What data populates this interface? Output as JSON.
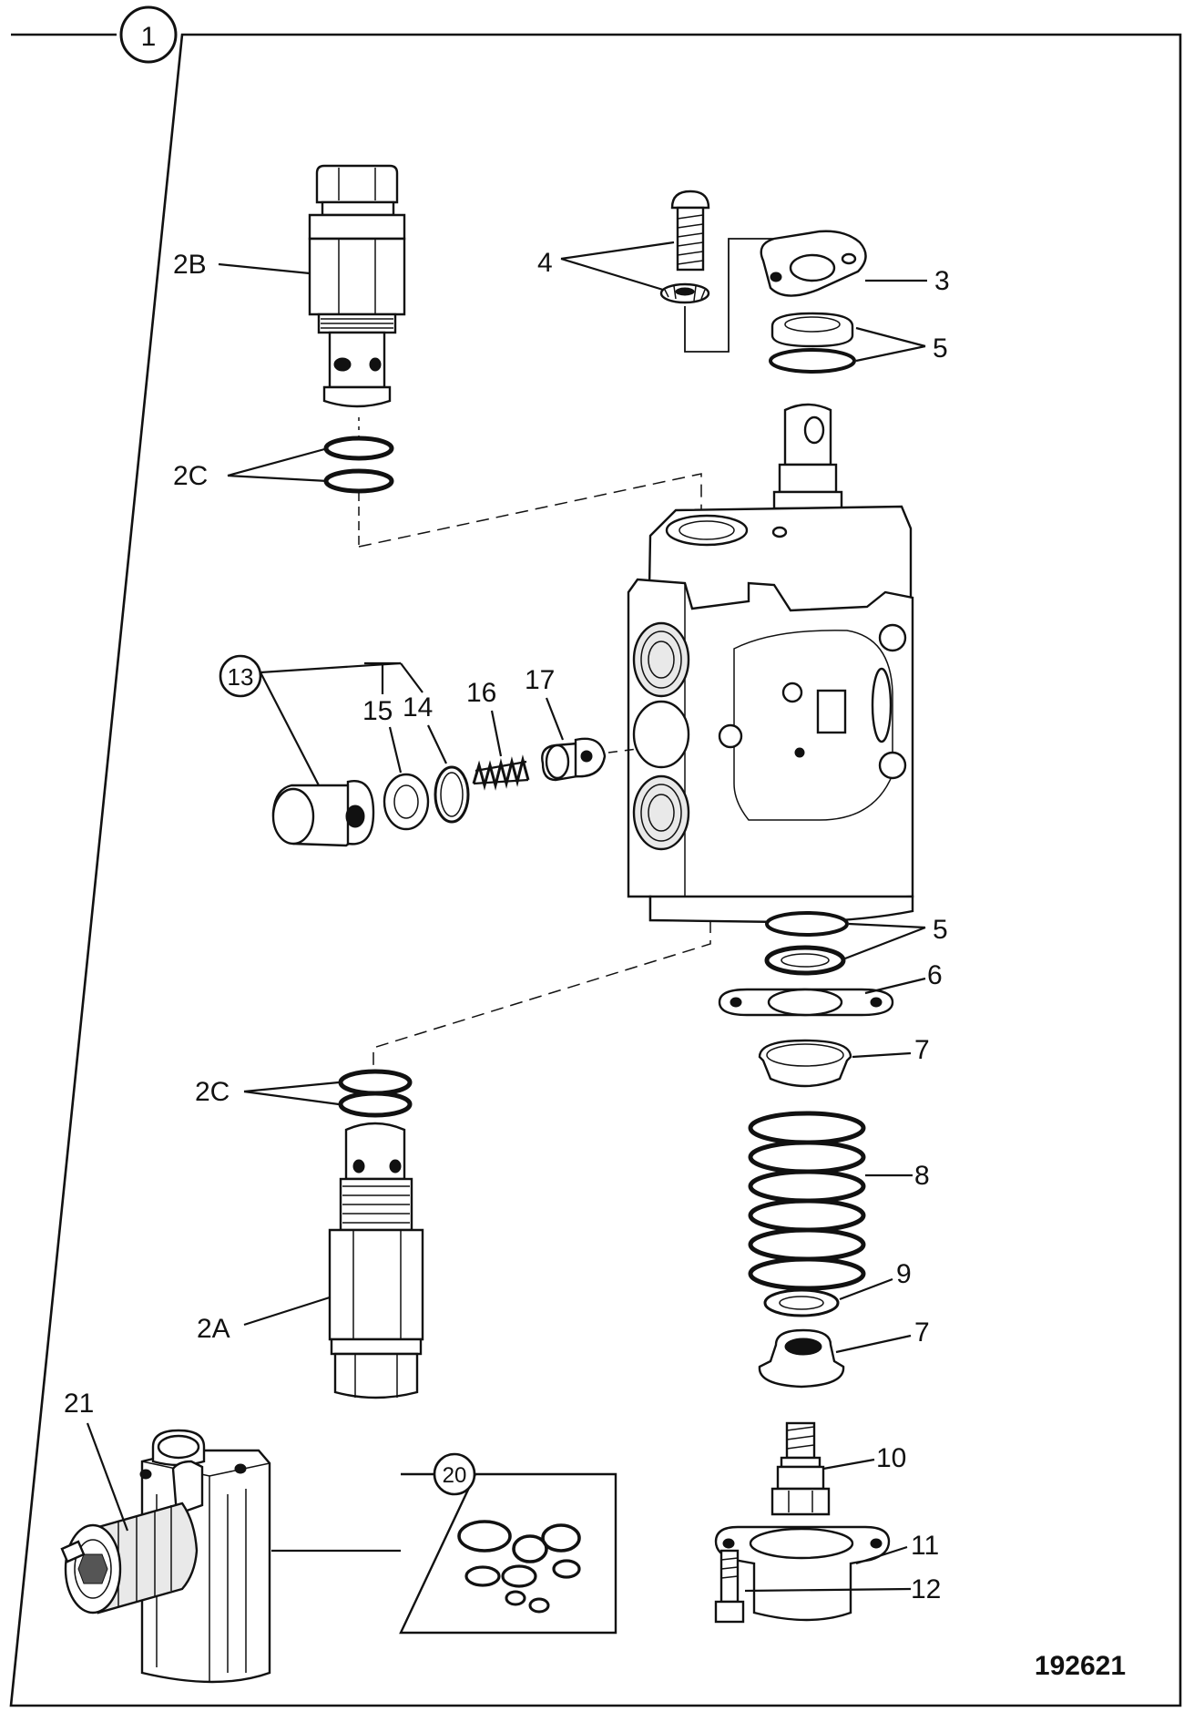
{
  "diagram": {
    "figure_number": "192621",
    "frame_callout": "1",
    "callouts": [
      {
        "id": "1",
        "text": "1",
        "circled": true
      },
      {
        "id": "2B",
        "text": "2B"
      },
      {
        "id": "2C-top",
        "text": "2C"
      },
      {
        "id": "3",
        "text": "3"
      },
      {
        "id": "4",
        "text": "4"
      },
      {
        "id": "5-top",
        "text": "5"
      },
      {
        "id": "13",
        "text": "13",
        "circled": true
      },
      {
        "id": "14",
        "text": "14"
      },
      {
        "id": "15",
        "text": "15"
      },
      {
        "id": "16",
        "text": "16"
      },
      {
        "id": "17",
        "text": "17"
      },
      {
        "id": "5-mid",
        "text": "5"
      },
      {
        "id": "6",
        "text": "6"
      },
      {
        "id": "7-top",
        "text": "7"
      },
      {
        "id": "8",
        "text": "8"
      },
      {
        "id": "9",
        "text": "9"
      },
      {
        "id": "7-bot",
        "text": "7"
      },
      {
        "id": "2C-bot",
        "text": "2C"
      },
      {
        "id": "2A",
        "text": "2A"
      },
      {
        "id": "10",
        "text": "10"
      },
      {
        "id": "11",
        "text": "11"
      },
      {
        "id": "12",
        "text": "12"
      },
      {
        "id": "21",
        "text": "21"
      },
      {
        "id": "20",
        "text": "20",
        "circled": true
      }
    ]
  }
}
